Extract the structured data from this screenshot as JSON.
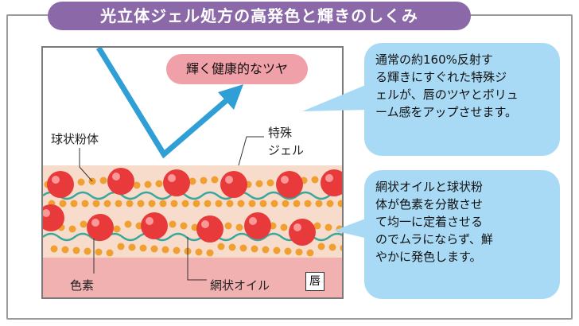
{
  "title": "光立体ジェル処方の高発色と輝きのしくみ",
  "diagram": {
    "shine_label": "輝く健康的なツヤ",
    "powder_label": "球状粉体",
    "gel_label_line1": "特殊",
    "gel_label_line2": "ジェル",
    "pigment_label": "色素",
    "oil_label": "網状オイル",
    "lip_label": "唇",
    "colors": {
      "arrow": "#2f9fd6",
      "sphere": "#e83a3a",
      "small_particle": "#f0a030",
      "wave": "#3aa79c",
      "gel_layer": "#f8dccb",
      "lip_layer": "#f1b1b1",
      "shine_bubble": "#f0a0a8"
    }
  },
  "callouts": [
    {
      "lines": [
        "通常の約160%反射す",
        "る輝きにすぐれた特殊ジ",
        "ェルが、唇のツヤとボリュ",
        "ーム感をアップさせます。"
      ]
    },
    {
      "lines": [
        "網状オイルと球状粉",
        "体が色素を分散させ",
        "て均一に定着させる",
        "のでムラにならず、鮮",
        "やかに発色します。"
      ]
    }
  ]
}
